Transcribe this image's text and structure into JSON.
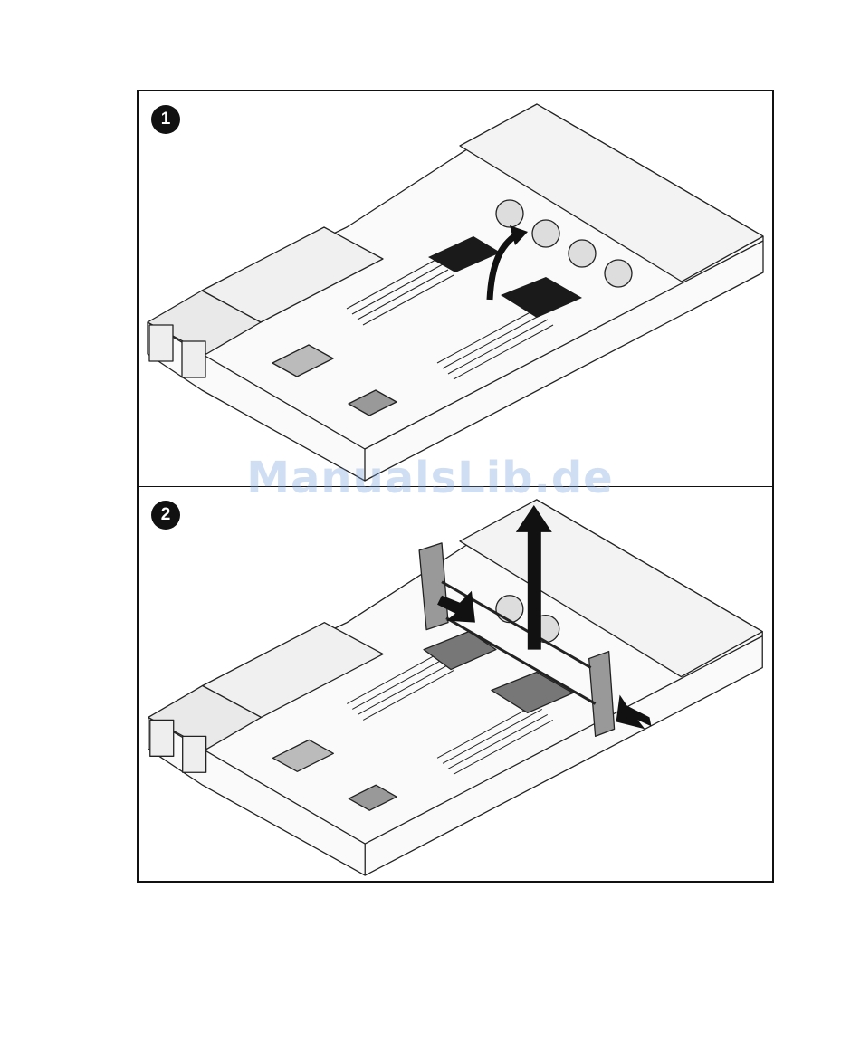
{
  "figure": {
    "steps": [
      {
        "number": "1"
      },
      {
        "number": "2"
      }
    ]
  },
  "watermark": {
    "text": "ManualsLib.de"
  }
}
